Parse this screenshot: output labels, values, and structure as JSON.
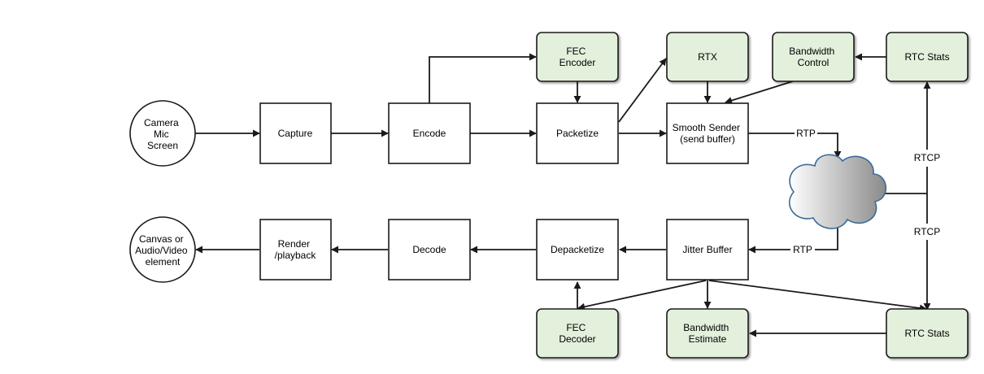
{
  "nodes": {
    "source": [
      "Camera",
      "Mic",
      "Screen"
    ],
    "capture": [
      "Capture"
    ],
    "encode": [
      "Encode"
    ],
    "fec_encoder": [
      "FEC",
      "Encoder"
    ],
    "packetize": [
      "Packetize"
    ],
    "rtx": [
      "RTX"
    ],
    "bandwidth_control": [
      "Bandwidth",
      "Control"
    ],
    "rtc_stats_top": [
      "RTC Stats"
    ],
    "smooth_sender": [
      "Smooth Sender",
      "(send buffer)"
    ],
    "sink": [
      "Canvas or",
      "Audio/Video",
      "element"
    ],
    "render": [
      "Render",
      "/playback"
    ],
    "decode": [
      "Decode"
    ],
    "depacketize": [
      "Depacketize"
    ],
    "jitter_buffer": [
      "Jitter Buffer"
    ],
    "fec_decoder": [
      "FEC",
      "Decoder"
    ],
    "bandwidth_estimate": [
      "Bandwidth",
      "Estimate"
    ],
    "rtc_stats_bottom": [
      "RTC Stats"
    ]
  },
  "edge_labels": {
    "rtp_send": "RTP",
    "rtp_receive": "RTP",
    "rtcp_upper": "RTCP",
    "rtcp_lower": "RTCP"
  },
  "colors": {
    "stroke": "#1a1a1a",
    "plain_fill": "#ffffff",
    "feedback_fill": "#e3f0dc",
    "cloud_light": "#ffffff",
    "cloud_dark": "#8a8a8a",
    "cloud_stroke": "#3a6a9a"
  }
}
